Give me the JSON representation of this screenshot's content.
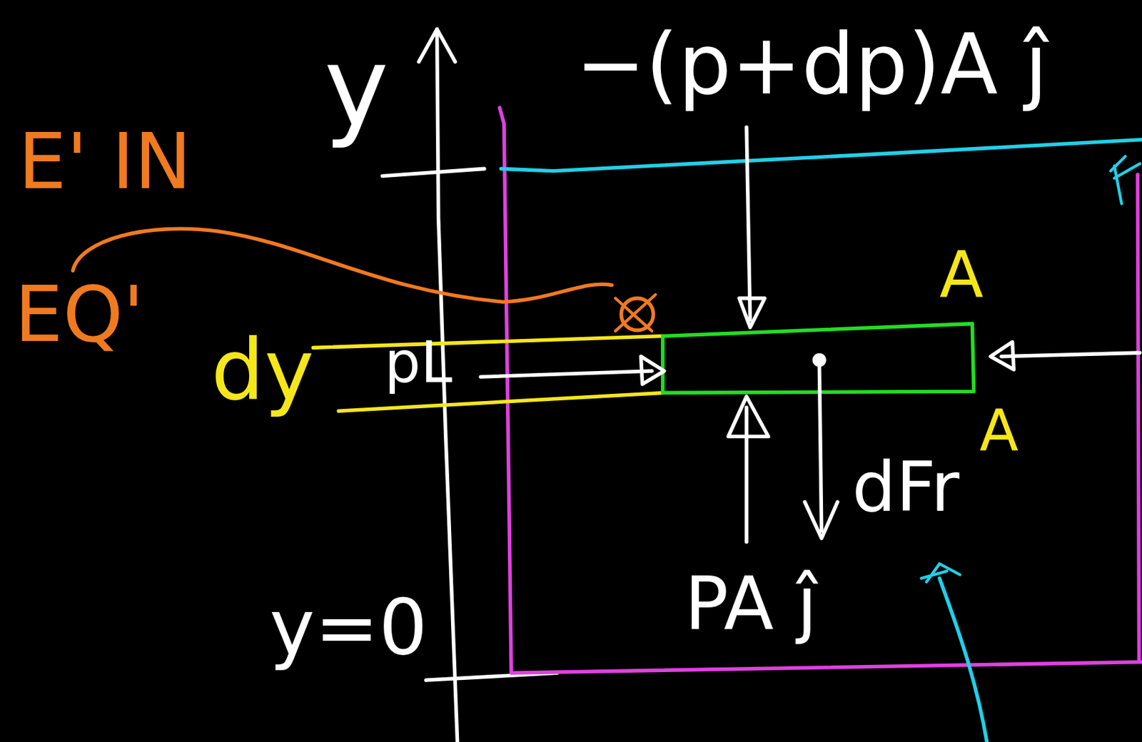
{
  "diagram": {
    "labels": [
      "y",
      "−(p+dp)A ĵ",
      "E' IN",
      "EQ'",
      "dy",
      "pL",
      "A",
      "A",
      "dFr",
      "PA ĵ",
      "y=0"
    ]
  }
}
